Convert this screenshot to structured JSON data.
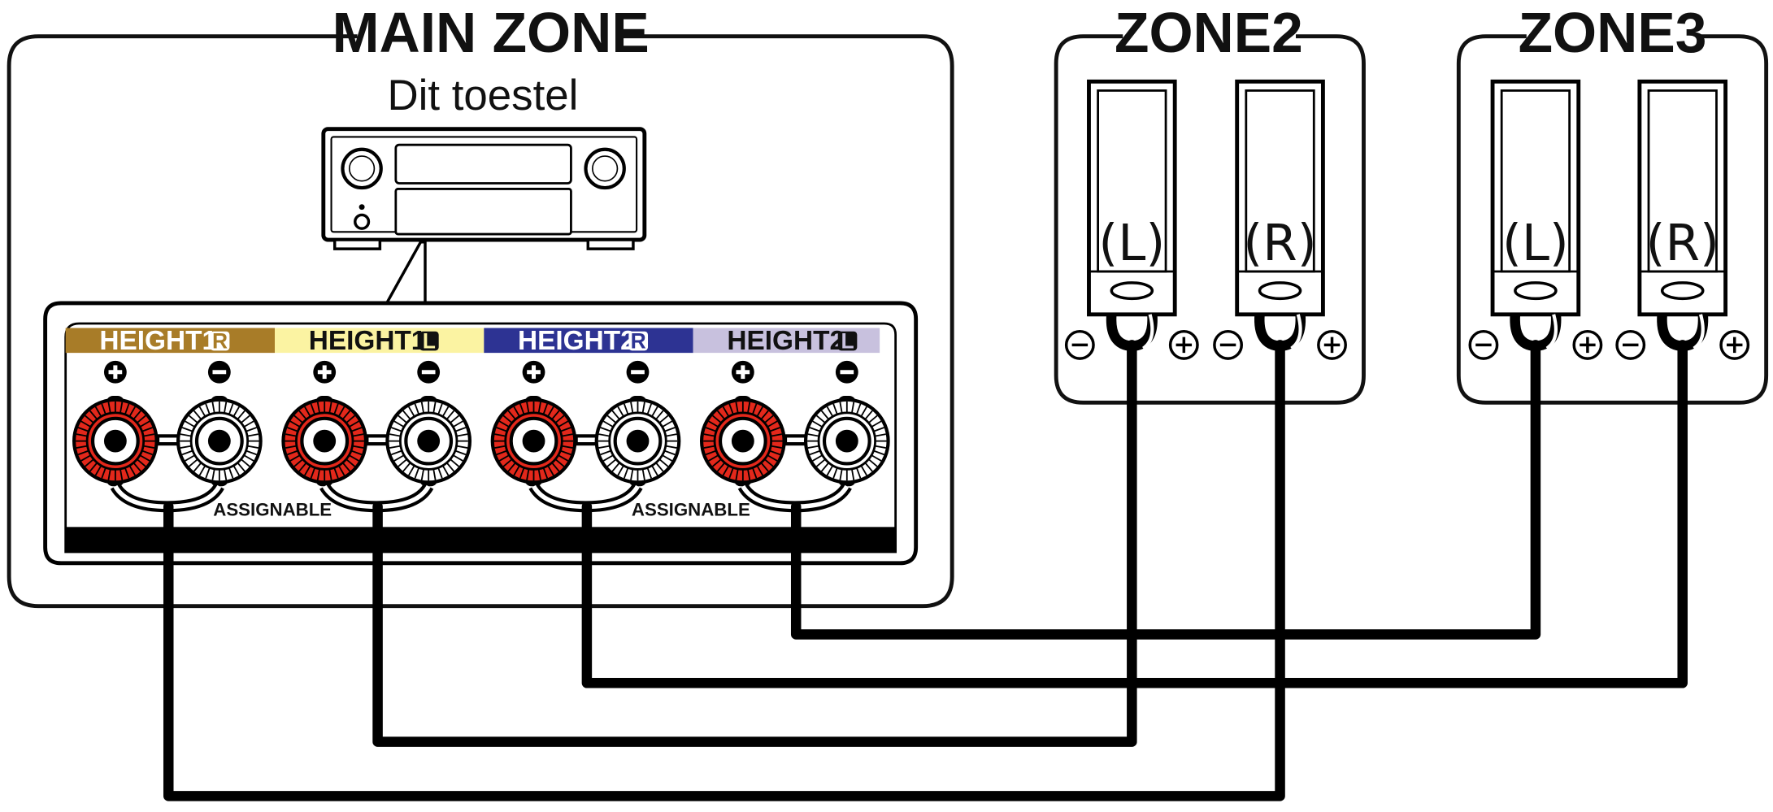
{
  "main_zone": {
    "title": "MAIN ZONE",
    "device_label": "Dit toestel",
    "terminals": {
      "bands": [
        {
          "label": "HEIGHT1",
          "badge": "R",
          "color": "#a87c28",
          "text_color": "#ffffff"
        },
        {
          "label": "HEIGHT1",
          "badge": "L",
          "color": "#fbf3a2",
          "text_color": "#111111"
        },
        {
          "label": "HEIGHT2",
          "badge": "R",
          "color": "#2d3393",
          "text_color": "#ffffff"
        },
        {
          "label": "HEIGHT2",
          "badge": "L",
          "color": "#c8c1de",
          "text_color": "#111111"
        }
      ],
      "assignable_labels": [
        "ASSIGNABLE",
        "ASSIGNABLE"
      ],
      "plus_symbol": "+",
      "minus_symbol": "−"
    }
  },
  "zone2": {
    "title": "ZONE2",
    "speakers": [
      {
        "label": "(L)"
      },
      {
        "label": "(R)"
      }
    ]
  },
  "zone3": {
    "title": "ZONE3",
    "speakers": [
      {
        "label": "(L)"
      },
      {
        "label": "(R)"
      }
    ]
  },
  "colors": {
    "positive_terminal": "#e3281b",
    "negative_terminal": "#ffffff",
    "wire": "#000000"
  },
  "icons": [
    "plus-icon",
    "minus-icon",
    "knob-icon",
    "power-button-icon"
  ]
}
